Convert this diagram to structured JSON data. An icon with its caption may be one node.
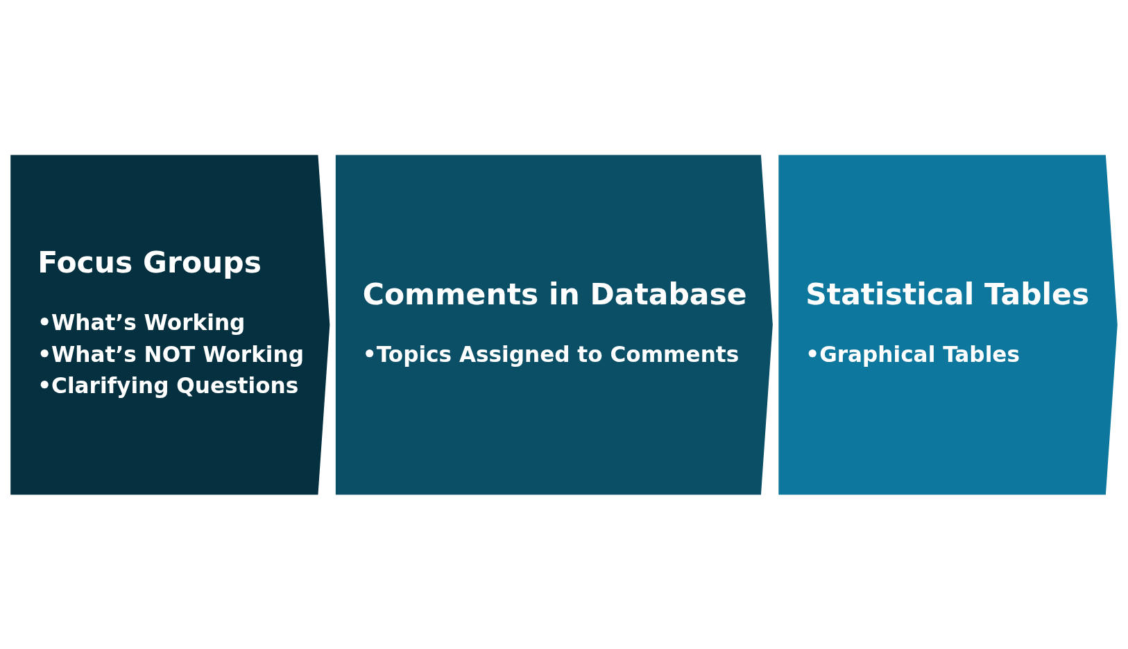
{
  "diagram": {
    "nodes": [
      {
        "text": [
          "Focus Groups",
          "•What’s Working",
          "•What’s NOT Working",
          "•Clarifying Questions"
        ]
      },
      {
        "text": [
          "Comments in Database",
          "•Topics Assigned to Comments"
        ]
      },
      {
        "text": [
          "Statistical Tables",
          "•Graphical Tables"
        ]
      }
    ]
  }
}
